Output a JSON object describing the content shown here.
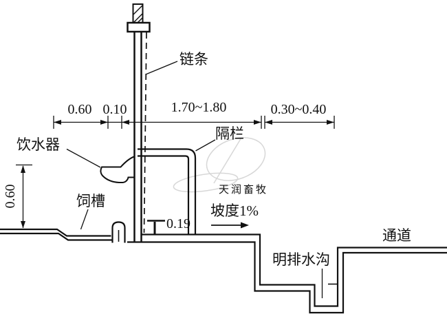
{
  "labels": {
    "chain": "链条",
    "drinker": "饮水器",
    "partition": "隔栏",
    "trough": "饲槽",
    "slope": "坡度1%",
    "passage": "通道",
    "drain": "明排水沟"
  },
  "dimensions": {
    "front_walk_width": "0.60",
    "post_width": "0.10",
    "stall_length": "1.70~1.80",
    "rear_width": "0.30~0.40",
    "drinker_height": "0.60",
    "curb_height": "0.19"
  },
  "watermark": {
    "text": "天润畜牧"
  },
  "colors": {
    "line": "#111111",
    "background": "#ffffff",
    "watermark_stroke": "#d7d7d7",
    "watermark_text": "#cccccc"
  }
}
